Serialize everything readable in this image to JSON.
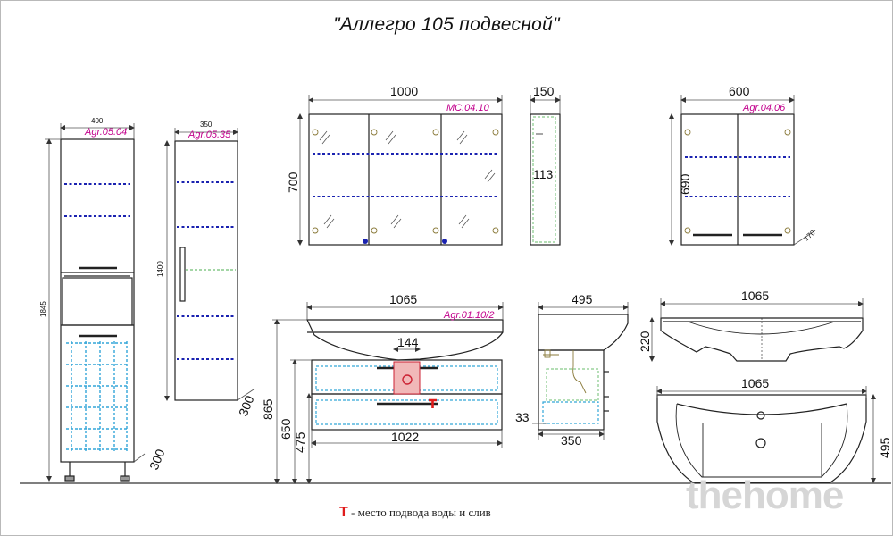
{
  "title": "\"Аллегро 105 подвесной\"",
  "legend": {
    "symbol": "T",
    "text": " - место подвода воды и слив"
  },
  "watermark": "thehome",
  "colors": {
    "outline": "#222222",
    "dimension": "#555555",
    "shelf_dash": "#1a22b0",
    "glass_green": "#86c989",
    "basket_blue": "#33a6d8",
    "code_magenta": "#c2008c",
    "hookup_red": "#e01b1b"
  },
  "column_cabinet": {
    "code": "Agr.05.04",
    "width": "400",
    "height": "1845",
    "depth": "300"
  },
  "tall_cabinet": {
    "code": "Agr.05.35",
    "width": "350",
    "height": "1400",
    "depth": "300"
  },
  "mirror_cabinet": {
    "code": "MC.04.10",
    "width": "1000",
    "height": "700",
    "depth": "150",
    "inner_depth": "113"
  },
  "wall_cabinet": {
    "code": "Agr.04.06",
    "width": "600",
    "height": "690",
    "depth": "170"
  },
  "vanity": {
    "code": "Agr.01.10/2",
    "width": "1065",
    "body_width": "1022",
    "hookup_offset": "144",
    "height_top": "865",
    "height_mid": "650",
    "height_low": "475"
  },
  "vanity_side": {
    "depth": "495",
    "base_depth": "350",
    "gap": "33"
  },
  "basin_front": {
    "width": "1065",
    "height": "220"
  },
  "basin_top": {
    "width": "1065",
    "depth": "495"
  }
}
